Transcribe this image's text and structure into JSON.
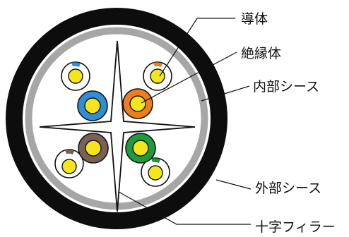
{
  "labels": {
    "conductor": "導体",
    "insulation": "絶縁体",
    "inner_sheath": "内部シース",
    "outer_sheath": "外部シース",
    "cross_filler": "十字フィラー"
  },
  "colors": {
    "outer_sheath": "#0d0d0d",
    "inner_sheath": "#a6a6a6",
    "conductor": "#f4e51c",
    "pair_colors": [
      "#2e8fd6",
      "#ee7d22",
      "#7a6157",
      "#1f9a3c"
    ],
    "tracer_colors": [
      "#2e8fd6",
      "#ee7d22",
      "#7a6157",
      "#1f9a3c"
    ]
  }
}
